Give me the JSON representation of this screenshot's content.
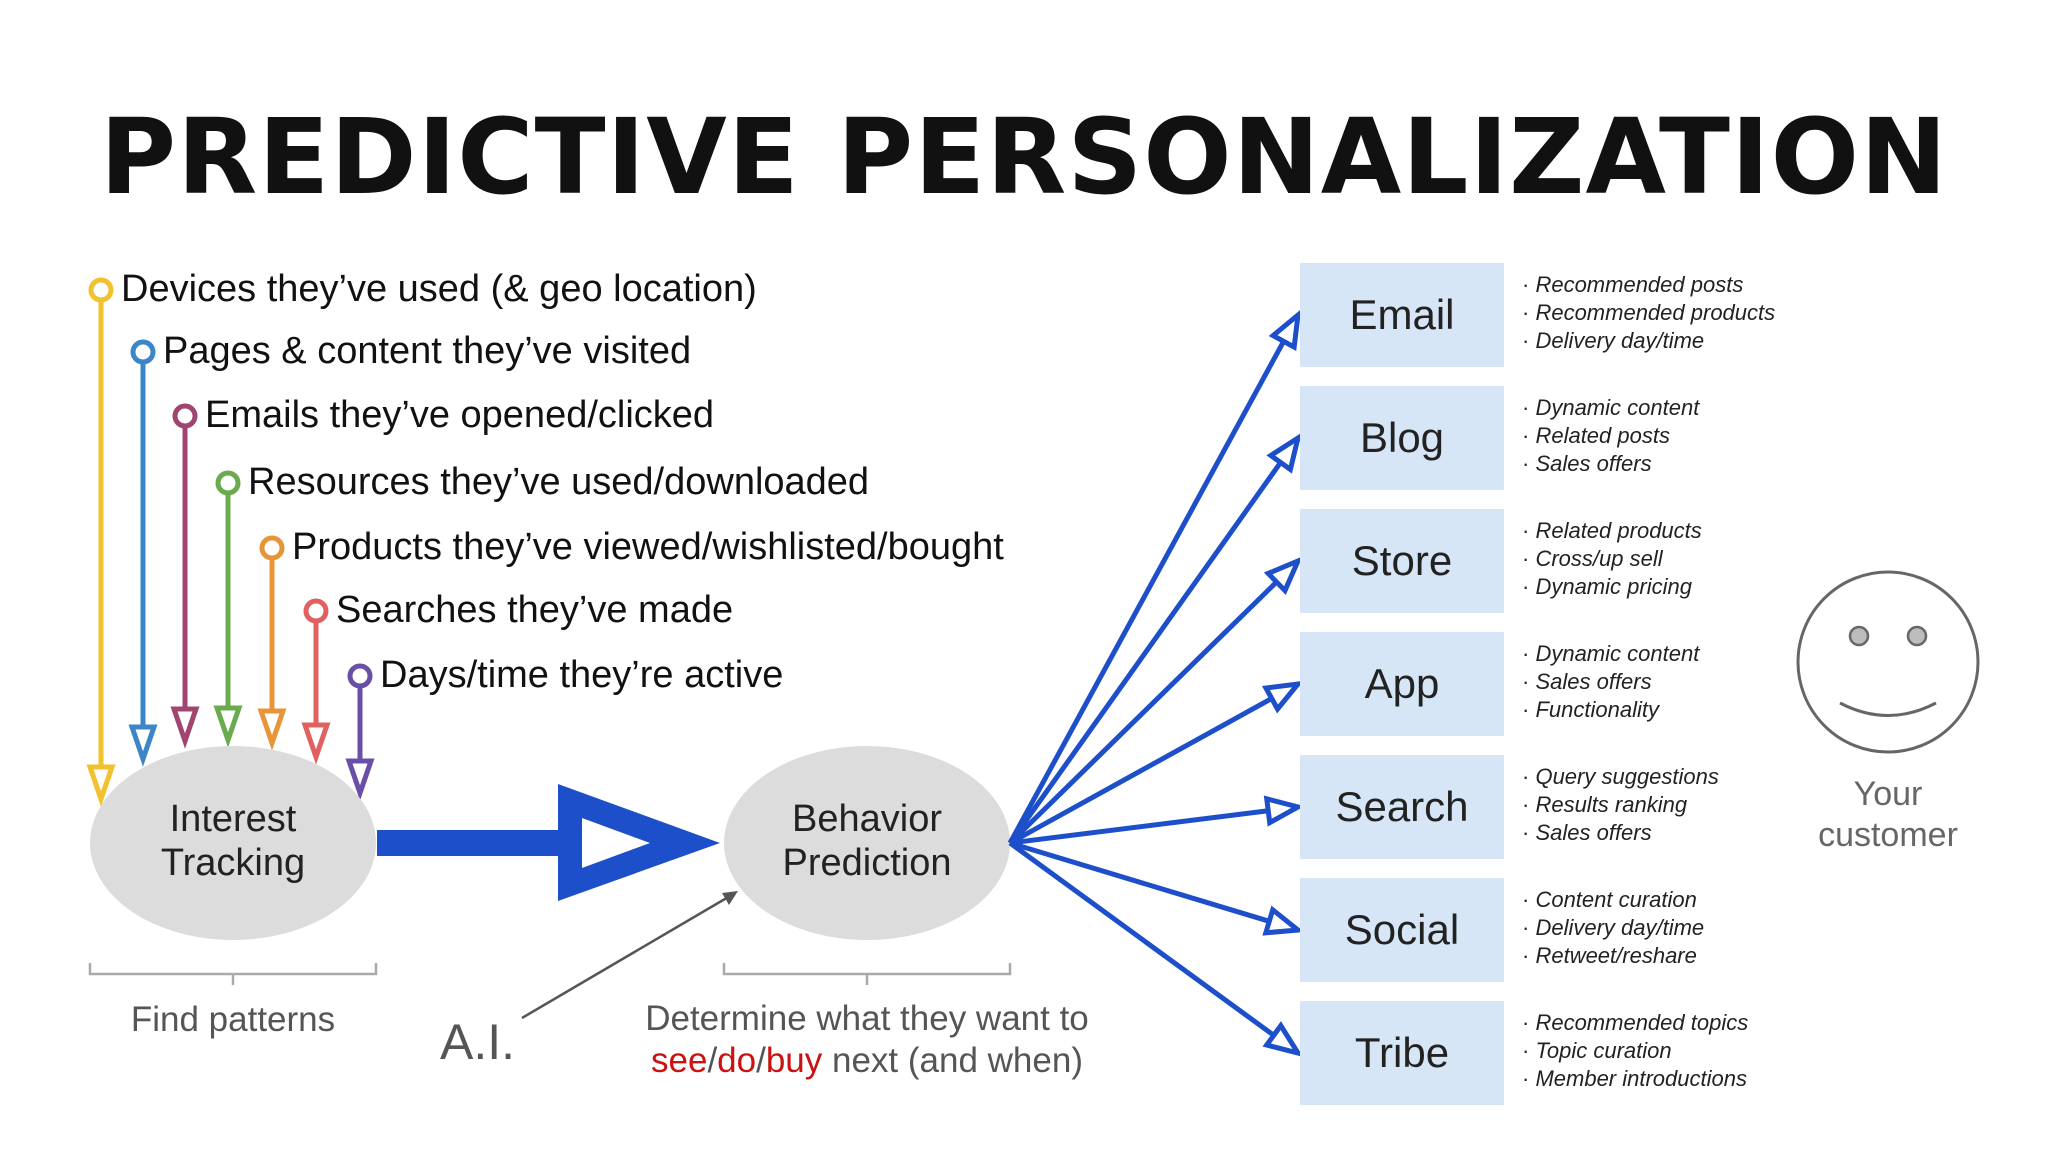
{
  "title": "PREDICTIVE PERSONALIZATION",
  "inputs": [
    {
      "label": "Devices they’ve used (& geo location)",
      "color": "#f2c12e"
    },
    {
      "label": "Pages & content they’ve visited",
      "color": "#3a86c8"
    },
    {
      "label": "Emails they’ve opened/clicked",
      "color": "#a0456f"
    },
    {
      "label": "Resources they’ve used/downloaded",
      "color": "#6aab4e"
    },
    {
      "label": "Products they’ve viewed/wishlisted/bought",
      "color": "#e8953a"
    },
    {
      "label": "Searches they’ve made",
      "color": "#e0615f"
    },
    {
      "label": "Days/time they’re active",
      "color": "#6a4fa8"
    }
  ],
  "interest_tracking": {
    "line1": "Interest",
    "line2": "Tracking"
  },
  "behavior_prediction": {
    "line1": "Behavior",
    "line2": "Prediction"
  },
  "find_patterns": "Find patterns",
  "ai_label": "A.I.",
  "determine": {
    "line1": "Determine what they want to",
    "see": "see",
    "slash1": "/",
    "do": "do",
    "slash2": "/",
    "buy": "buy",
    "rest": " next (and when)"
  },
  "channels": [
    {
      "name": "Email",
      "bullets": [
        "Recommended posts",
        "Recommended products",
        "Delivery day/time"
      ]
    },
    {
      "name": "Blog",
      "bullets": [
        "Dynamic content",
        "Related posts",
        "Sales offers"
      ]
    },
    {
      "name": "Store",
      "bullets": [
        "Related products",
        "Cross/up sell",
        "Dynamic pricing"
      ]
    },
    {
      "name": "App",
      "bullets": [
        "Dynamic content",
        "Sales offers",
        "Functionality"
      ]
    },
    {
      "name": "Search",
      "bullets": [
        "Query suggestions",
        "Results ranking",
        "Sales offers"
      ]
    },
    {
      "name": "Social",
      "bullets": [
        "Content curation",
        "Delivery day/time",
        "Retweet/reshare"
      ]
    },
    {
      "name": "Tribe",
      "bullets": [
        "Recommended topics",
        "Topic curation",
        "Member introductions"
      ]
    }
  ],
  "customer": {
    "line1": "Your",
    "line2": "customer"
  },
  "colors": {
    "arrow_blue": "#1c4fc9",
    "oval_gray": "#dcdcdc",
    "box_blue": "#d6e6f6",
    "highlight_red": "#cc1111"
  }
}
